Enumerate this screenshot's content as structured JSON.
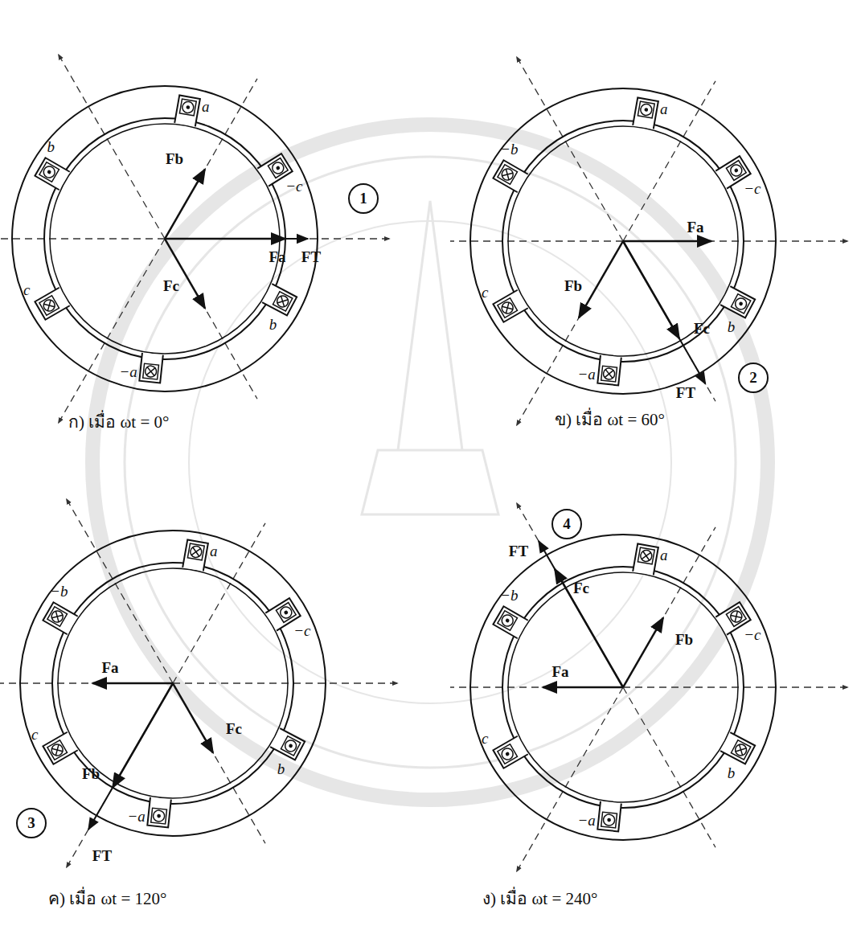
{
  "diagram": {
    "nodes": [
      {
        "text": [
          "1"
        ]
      },
      {
        "text": [
          "2"
        ]
      },
      {
        "text": [
          "3"
        ]
      },
      {
        "text": [
          "4"
        ]
      }
    ],
    "labels": [
      "a",
      "−c",
      "b",
      "−a",
      "c",
      "b",
      "Fa",
      "Fb",
      "Fc",
      "FT",
      "ก) เมื่อ ωt = 0°",
      "a",
      "−c",
      "b",
      "−a",
      "c",
      "−b",
      "Fa",
      "Fb",
      "Fc",
      "FT",
      "ข) เมื่อ ωt = 60°",
      "a",
      "−c",
      "b",
      "−a",
      "c",
      "−b",
      "Fa",
      "Fb",
      "Fc",
      "FT",
      "ค) เมื่อ ωt = 120°",
      "a",
      "−c",
      "b",
      "−a",
      "c",
      "−b",
      "Fa",
      "Fb",
      "Fc",
      "FT",
      "ง) เมื่อ ωt = 240°"
    ]
  }
}
